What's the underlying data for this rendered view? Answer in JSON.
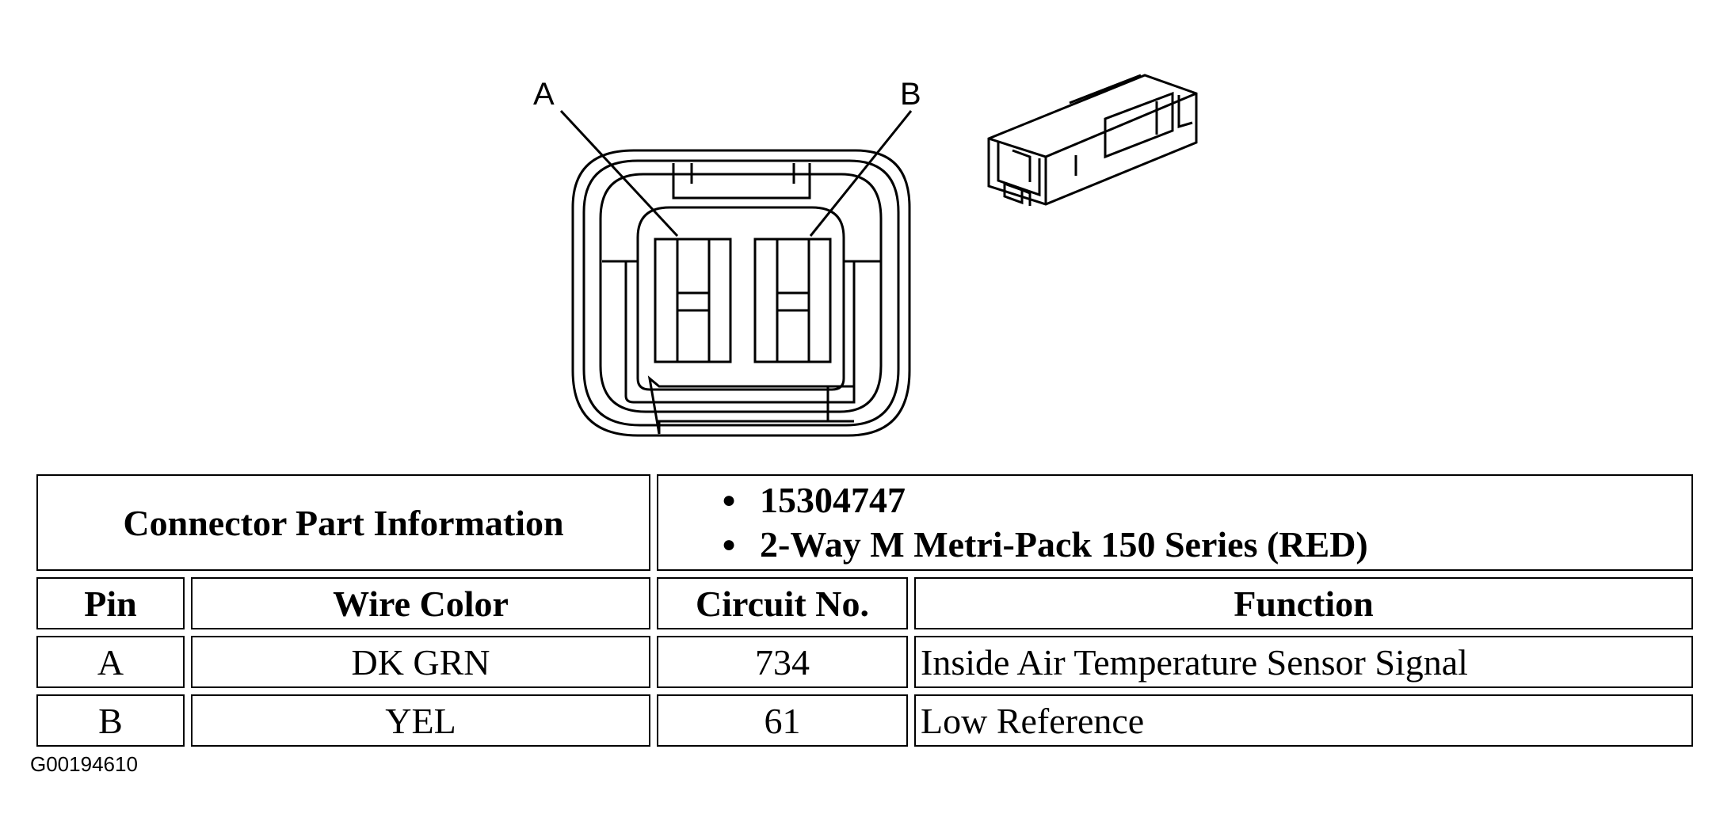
{
  "diagram": {
    "pin_labels": [
      "A",
      "B"
    ]
  },
  "table": {
    "info_header": "Connector Part Information",
    "info_items": [
      "15304747",
      "2-Way M Metri-Pack 150 Series (RED)"
    ],
    "columns": [
      "Pin",
      "Wire Color",
      "Circuit No.",
      "Function"
    ],
    "rows": [
      {
        "pin": "A",
        "wire_color": "DK GRN",
        "circuit": "734",
        "function": "Inside Air Temperature Sensor Signal"
      },
      {
        "pin": "B",
        "wire_color": "YEL",
        "circuit": "61",
        "function": "Low Reference"
      }
    ]
  },
  "figure_id": "G00194610"
}
